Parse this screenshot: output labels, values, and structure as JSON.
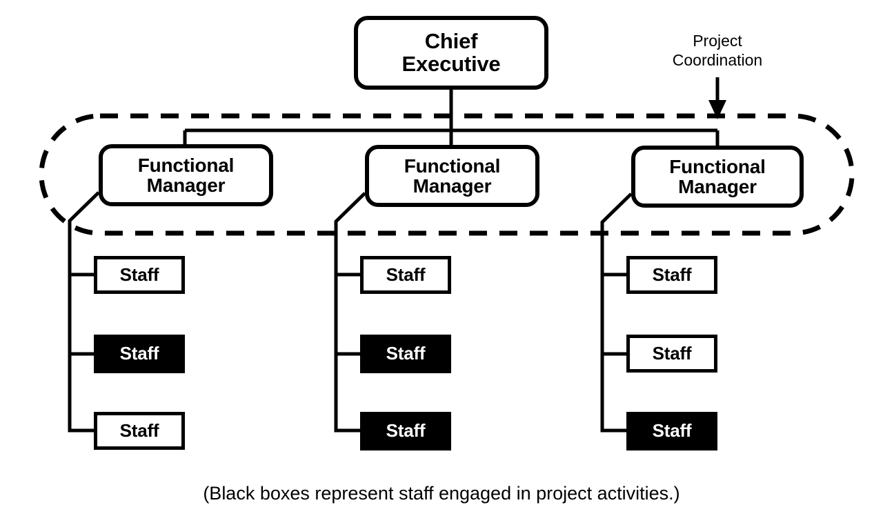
{
  "diagram": {
    "title_node": {
      "label": "Chief\nExecutive",
      "line1": "Chief",
      "line2": "Executive"
    },
    "managers": [
      {
        "line1": "Functional",
        "line2": "Manager"
      },
      {
        "line1": "Functional",
        "line2": "Manager"
      },
      {
        "line1": "Functional",
        "line2": "Manager"
      }
    ],
    "columns": [
      {
        "manager_index": 0,
        "staff": [
          {
            "label": "Staff",
            "filled": false
          },
          {
            "label": "Staff",
            "filled": true
          },
          {
            "label": "Staff",
            "filled": false
          }
        ]
      },
      {
        "manager_index": 1,
        "staff": [
          {
            "label": "Staff",
            "filled": false
          },
          {
            "label": "Staff",
            "filled": true
          },
          {
            "label": "Staff",
            "filled": true
          }
        ]
      },
      {
        "manager_index": 2,
        "staff": [
          {
            "label": "Staff",
            "filled": false
          },
          {
            "label": "Staff",
            "filled": false
          },
          {
            "label": "Staff",
            "filled": true
          }
        ]
      }
    ],
    "annotation": {
      "line1": "Project",
      "line2": "Coordination"
    },
    "caption": "(Black boxes represent staff engaged in project activities.)",
    "colors": {
      "stroke": "#000000",
      "fill_white": "#ffffff",
      "fill_black": "#000000",
      "text_on_black": "#ffffff"
    },
    "boundary": {
      "style": "dashed",
      "shape": "stadium"
    }
  }
}
